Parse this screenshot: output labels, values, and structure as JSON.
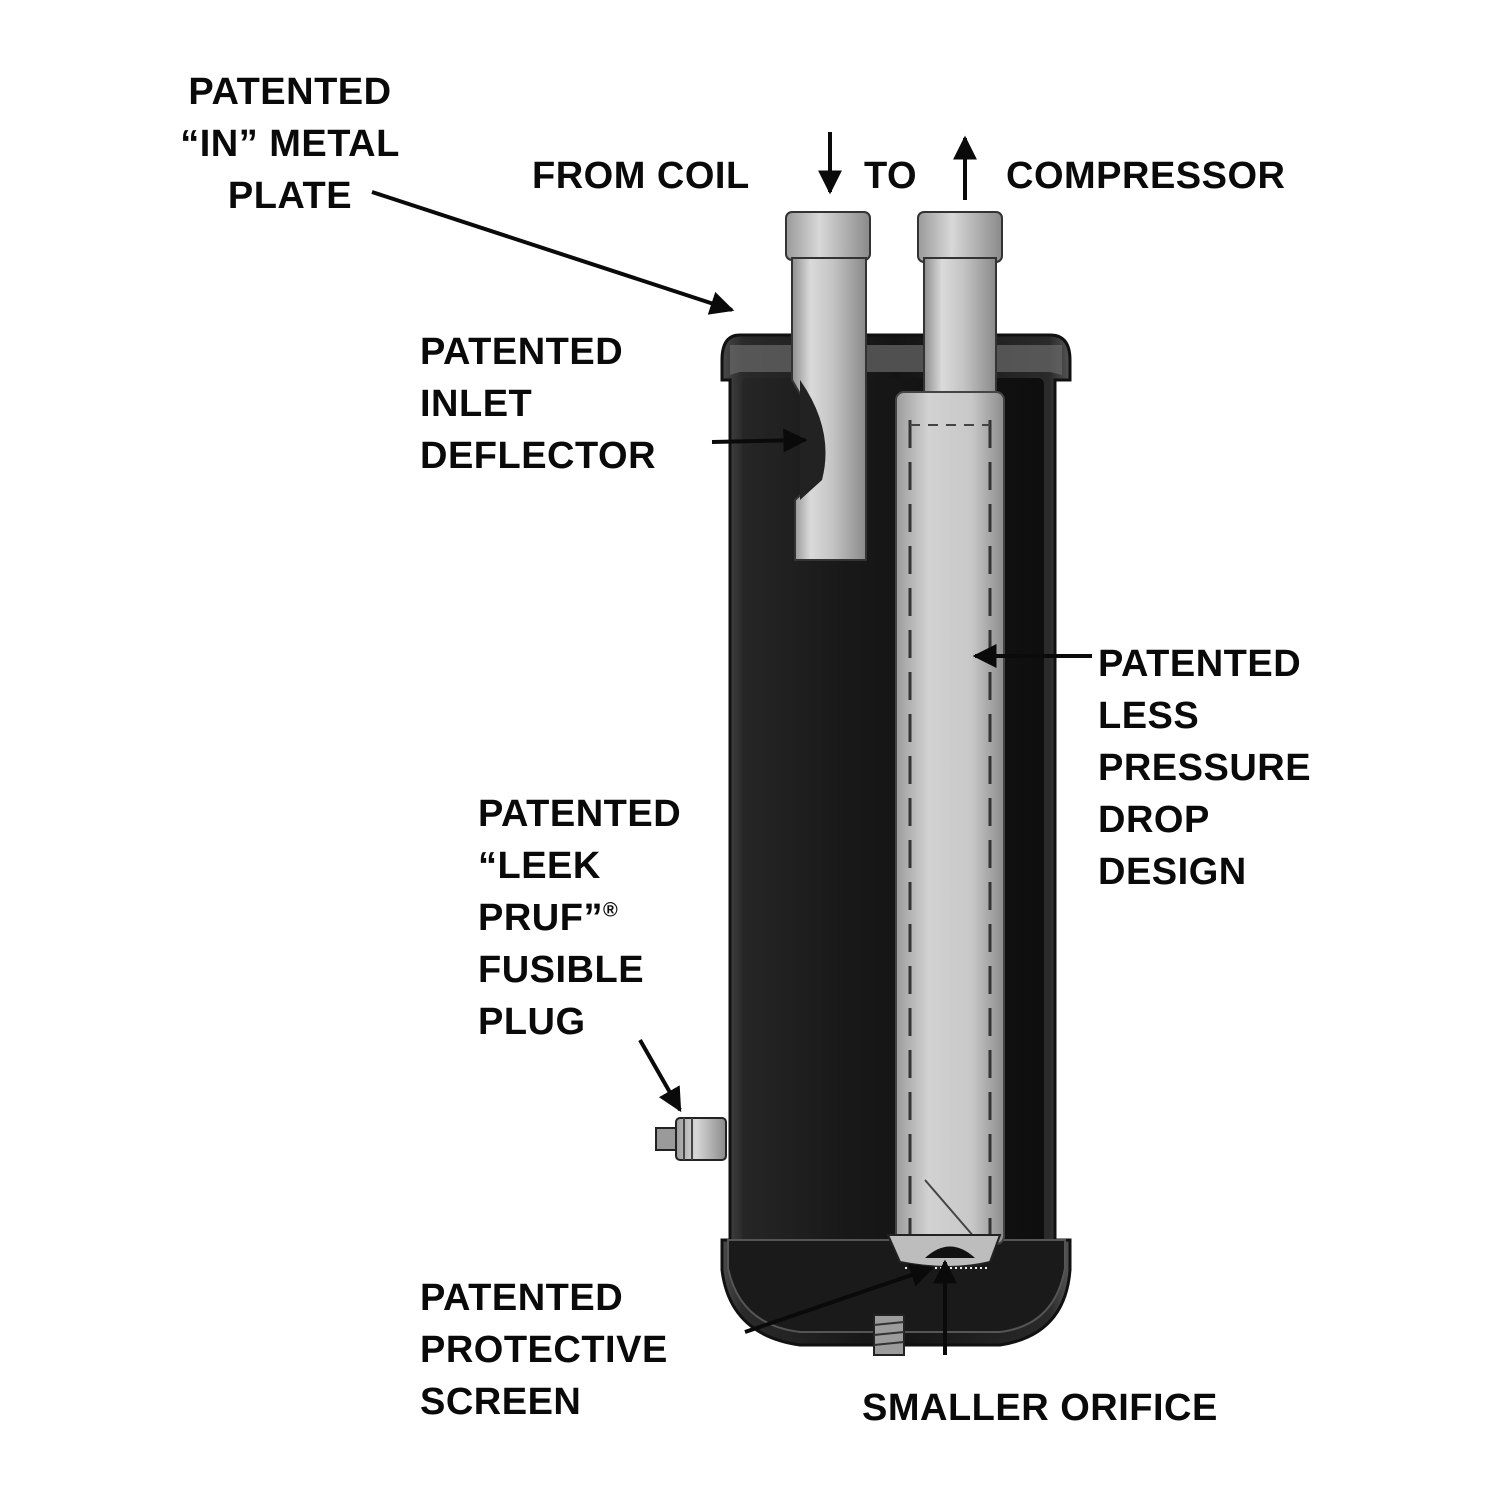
{
  "labels": {
    "in_metal_plate": [
      "PATENTED",
      "“IN” METAL",
      "PLATE"
    ],
    "from_coil": "FROM COIL",
    "to": "TO",
    "compressor": "COMPRESSOR",
    "inlet_deflector": [
      "PATENTED",
      "INLET",
      "DEFLECTOR"
    ],
    "pressure_drop": [
      "PATENTED",
      "LESS",
      "PRESSURE",
      "DROP",
      "DESIGN"
    ],
    "fusible_plug": [
      "PATENTED",
      "“LEEK",
      "PRUF”",
      "FUSIBLE",
      "PLUG"
    ],
    "registered_mark": "®",
    "protective_screen": [
      "PATENTED",
      "PROTECTIVE",
      "SCREEN"
    ],
    "smaller_orifice": "SMALLER ORIFICE"
  },
  "colors": {
    "text": "#0a0a0a",
    "shell_dark": "#1c1c1c",
    "shell_rim": "#4a4a4a",
    "tube_light": "#d6d6d6",
    "tube_mid": "#a9a9a9"
  }
}
